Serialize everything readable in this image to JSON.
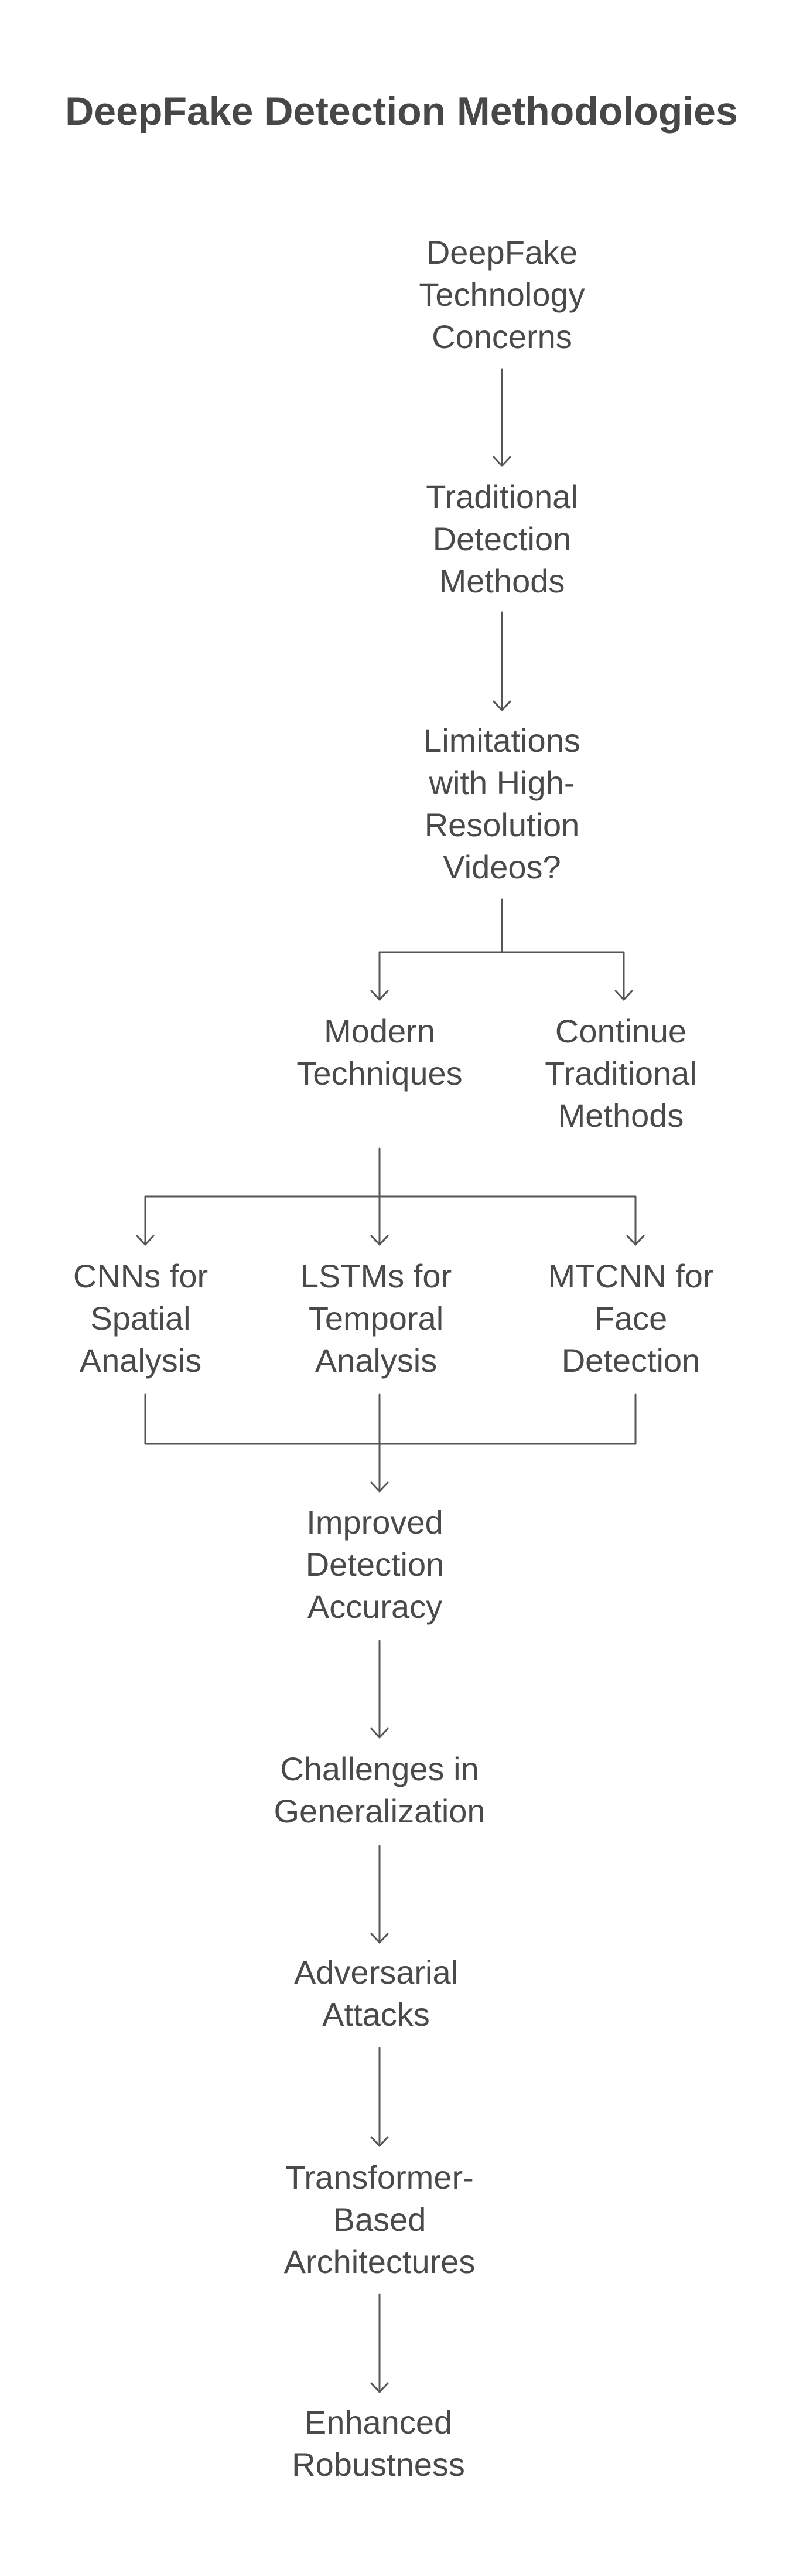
{
  "title": "DeepFake Detection Methodologies",
  "nodes": {
    "deepfake_concerns": [
      "DeepFake",
      "Technology",
      "Concerns"
    ],
    "traditional_methods": [
      "Traditional",
      "Detection",
      "Methods"
    ],
    "limitations": [
      "Limitations",
      "with High-",
      "Resolution",
      "Videos?"
    ],
    "modern_techniques": [
      "Modern",
      "Techniques"
    ],
    "continue_traditional": [
      "Continue",
      "Traditional",
      "Methods"
    ],
    "cnns": [
      "CNNs for",
      "Spatial",
      "Analysis"
    ],
    "lstms": [
      "LSTMs for",
      "Temporal",
      "Analysis"
    ],
    "mtcnn": [
      "MTCNN for",
      "Face",
      "Detection"
    ],
    "improved_accuracy": [
      "Improved",
      "Detection",
      "Accuracy"
    ],
    "challenges": [
      "Challenges in",
      "Generalization"
    ],
    "adversarial": [
      "Adversarial",
      "Attacks"
    ],
    "transformer": [
      "Transformer-",
      "Based",
      "Architectures"
    ],
    "robustness": [
      "Enhanced",
      "Robustness"
    ]
  },
  "colors": {
    "text": "#4a4a4a",
    "line": "#555555",
    "background": "#ffffff"
  }
}
